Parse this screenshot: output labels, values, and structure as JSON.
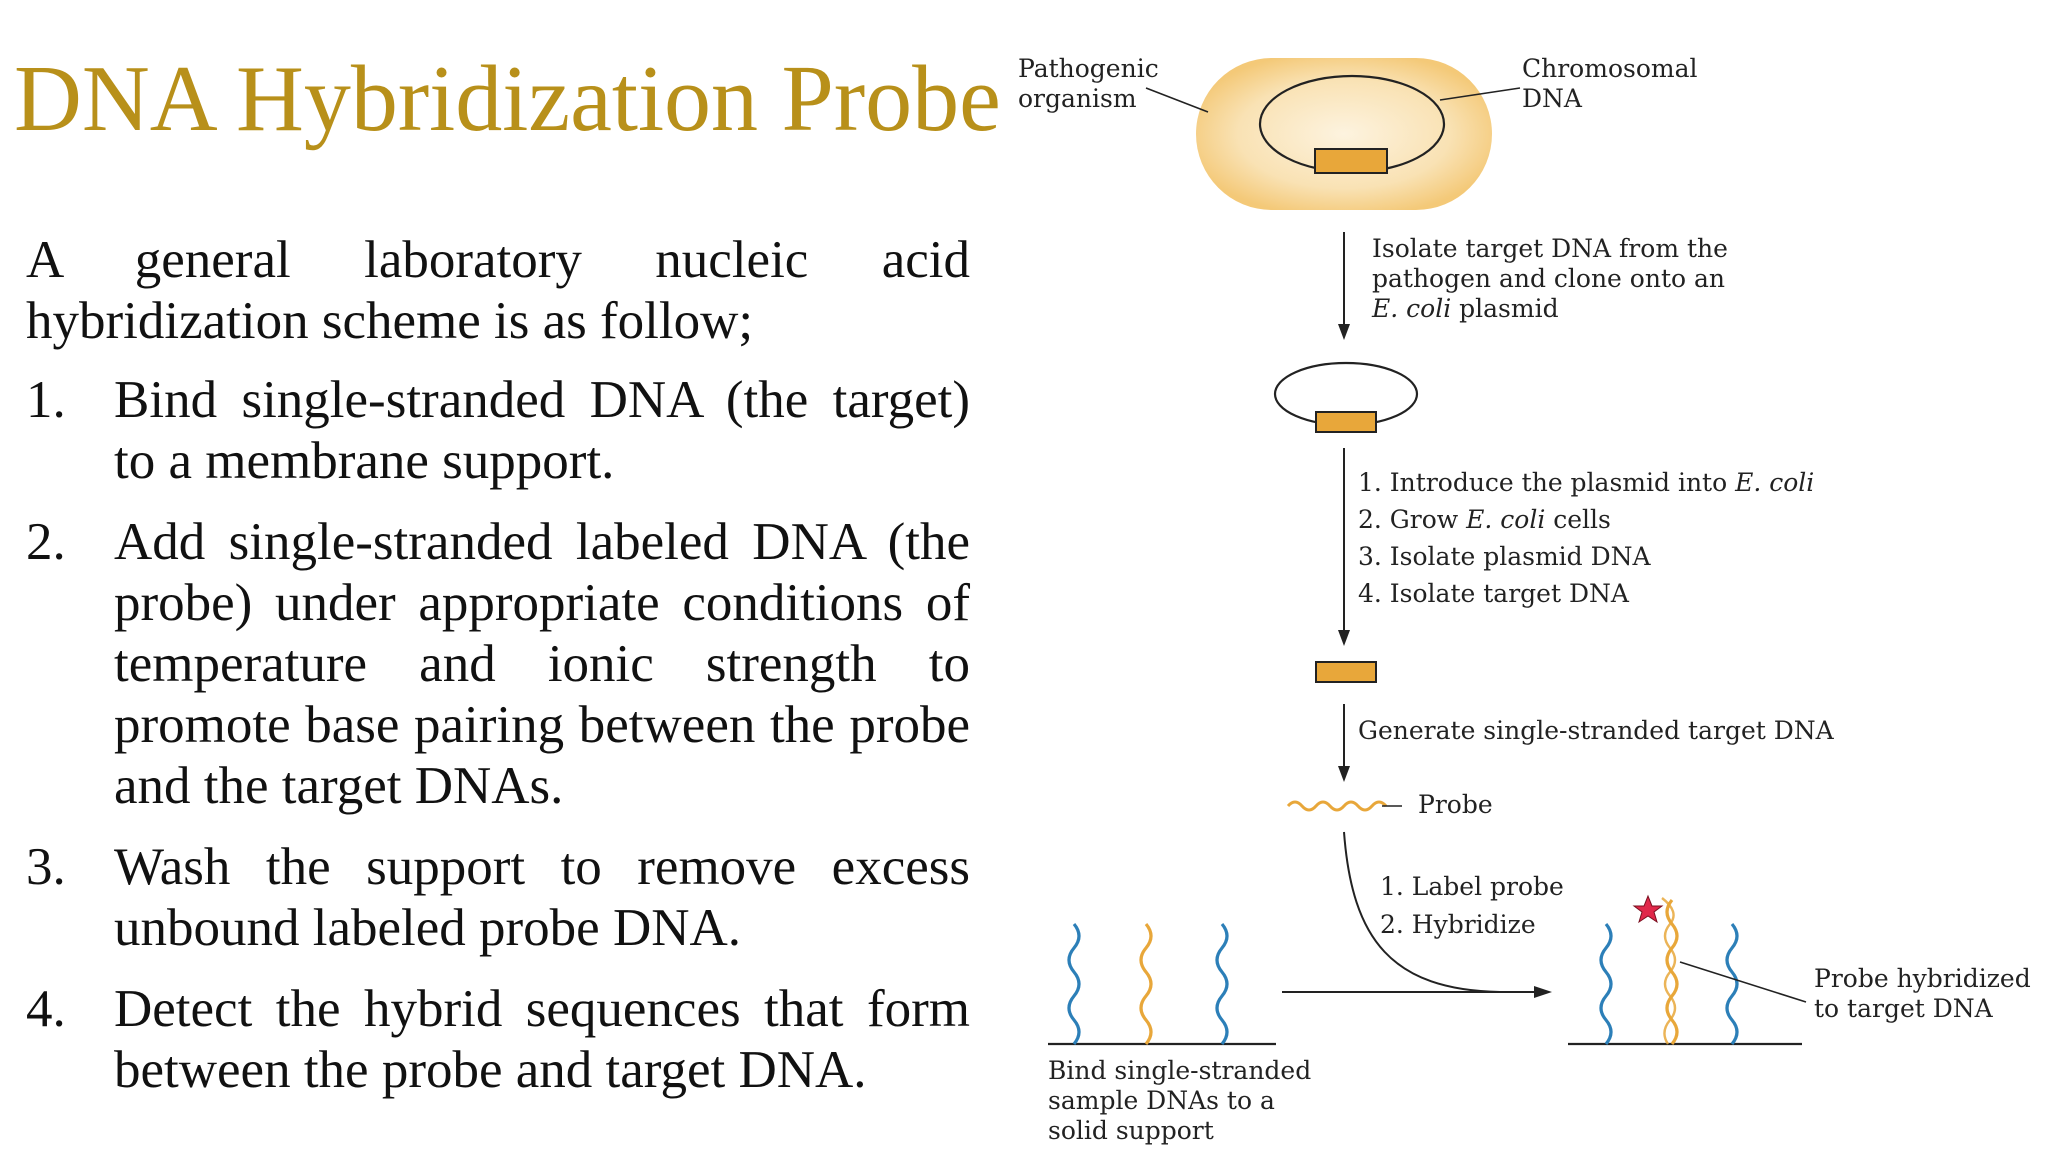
{
  "slide": {
    "title": "DNA Hybridization Probe",
    "intro": "A general laboratory nucleic acid hybridization scheme is as follow;",
    "steps": [
      {
        "num": "1.",
        "text": "Bind single-stranded DNA (the target) to a membrane support."
      },
      {
        "num": "2.",
        "text": "Add single-stranded labeled DNA (the probe) under appropriate conditions of temperature and ionic strength to promote base pairing between the probe and the target DNAs."
      },
      {
        "num": "3.",
        "text": "Wash the support to remove excess unbound labeled probe DNA."
      },
      {
        "num": "4.",
        "text": "Detect the hybrid sequences that form between the probe and target DNA."
      }
    ]
  },
  "figure": {
    "pathogenic_1": "Pathogenic",
    "pathogenic_2": "organism",
    "chromosomal_1": "Chromosomal",
    "chromosomal_2": "DNA",
    "isolate_1": "Isolate target DNA from the",
    "isolate_2": "pathogen and clone onto an",
    "isolate_3_italic": "E. coli",
    "isolate_3_rest": " plasmid",
    "step1_pre": "1. Introduce the plasmid into ",
    "step1_italic": "E. coli",
    "step2_pre": "2. Grow ",
    "step2_italic": "E. coli",
    "step2_post": " cells",
    "step3": "3. Isolate plasmid DNA",
    "step4": "4. Isolate target DNA",
    "generate": "Generate single-stranded target DNA",
    "probe": "Probe",
    "label_probe": "1. Label probe",
    "hybridize": "2. Hybridize",
    "bind_1": "Bind single-stranded",
    "bind_2": "sample DNAs to a",
    "bind_3": "solid support",
    "hybridized_1": "Probe hybridized",
    "hybridized_2": "to target DNA",
    "colors": {
      "title": "#b8901a",
      "cell_fill": "#f7d593",
      "gene_box": "#e8a73a",
      "dna_blue": "#2c7fb8",
      "probe_gold": "#e8a73a",
      "label_star": "#e0284a"
    }
  }
}
